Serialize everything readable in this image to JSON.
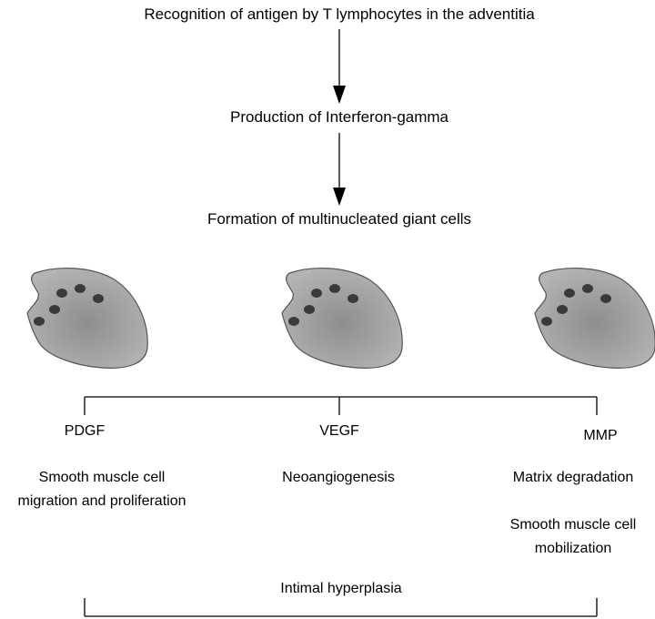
{
  "steps": {
    "step1": "Recognition of antigen by T lymphocytes in the adventitia",
    "step2": "Production of Interferon-gamma",
    "step3": "Formation of multinucleated giant cells"
  },
  "factors": {
    "left": "PDGF",
    "middle": "VEGF",
    "right": "MMP"
  },
  "effects": {
    "left_line1": "Smooth muscle cell",
    "left_line2": "migration and proliferation",
    "middle": "Neoangiogenesis",
    "right": "Matrix degradation",
    "right2_line1": "Smooth muscle cell",
    "right2_line2": "mobilization"
  },
  "outcome": "Intimal hyperplasia",
  "colors": {
    "line": "#000000",
    "cell_fill": "#a8a8a8",
    "nucleus": "#3a3a3a"
  }
}
